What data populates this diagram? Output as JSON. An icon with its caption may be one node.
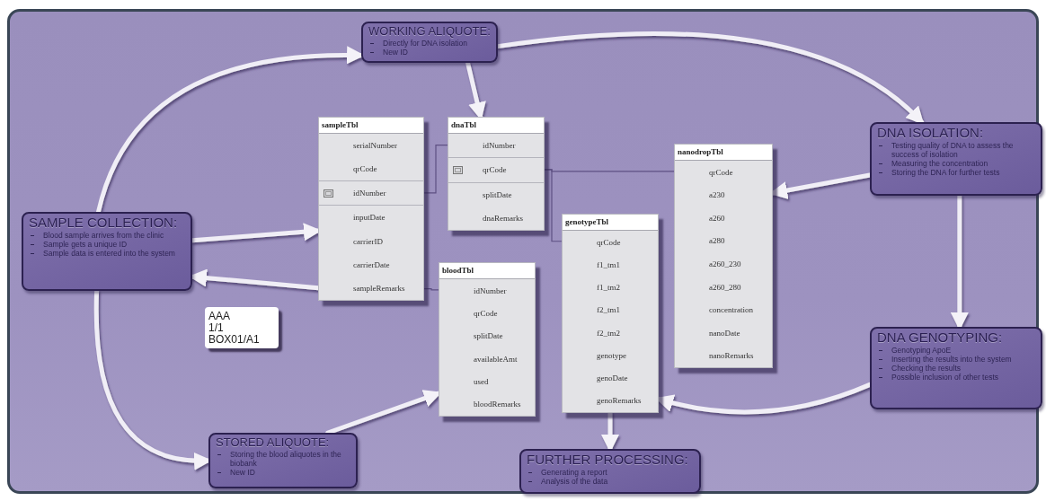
{
  "diagram": {
    "nodes": [
      {
        "text": [
          "WORKING ALIQUOTE:",
          "Directly for DNA isolation",
          "New ID"
        ]
      },
      {
        "text": [
          "sampleTbl",
          "serialNumber",
          "qrCode",
          "idNumber",
          "inputDate",
          "carrierID",
          "carrierDate",
          "sampleRemarks"
        ]
      },
      {
        "text": [
          "dnaTbl",
          "idNumber",
          "qrCode",
          "splitDate",
          "dnaRemarks"
        ]
      },
      {
        "text": [
          "DNA ISOLATION:",
          "Testing quality of DNA to assess the success of isolation",
          "Measuring the concentration",
          "Storing the DNA for further tests"
        ]
      },
      {
        "text": [
          "nanodropTbl",
          "qrCode",
          "a230",
          "a260",
          "a280",
          "a260_230",
          "a260_280",
          "concentration",
          "nanoDate",
          "nanoRemarks"
        ]
      },
      {
        "text": [
          "SAMPLE COLLECTION:",
          "Blood sample arrives from the clinic",
          "Sample gets a unique ID",
          "Sample data is entered into the system"
        ]
      },
      {
        "text": [
          "genotypeTbl",
          "qrCode",
          "f1_tm1",
          "f1_tm2",
          "f2_tm1",
          "f2_tm2",
          "genotype",
          "genoDate",
          "genoRemarks"
        ]
      },
      {
        "text": [
          "bloodTbl",
          "idNumber",
          "qrCode",
          "splitDate",
          "availableAmt",
          "used",
          "bloodRemarks"
        ]
      },
      {
        "text": [
          "AAA",
          "1/1",
          "BOX01/A1"
        ]
      },
      {
        "text": [
          "DNA GENOTYPING:",
          "Genotyping ApoE",
          "Inserting the results into the system",
          "Checking the results",
          "Possible inclusion of other tests"
        ]
      },
      {
        "text": [
          "STORED ALIQUOTE:",
          "Storing the blood aliquotes in the biobank",
          "New ID"
        ]
      },
      {
        "text": [
          "FURTHER PROCESSING:",
          "Generating a report",
          "Analysis of the data"
        ]
      }
    ],
    "edges": [
      {
        "from": 5,
        "to": 0,
        "arrow": "to"
      },
      {
        "from": 0,
        "to": 2,
        "arrow": "to"
      },
      {
        "from": 0,
        "to": 3,
        "arrow": "to"
      },
      {
        "from": 3,
        "to": 4,
        "arrow": "to"
      },
      {
        "from": 3,
        "to": 9,
        "arrow": "to"
      },
      {
        "from": 9,
        "to": 6,
        "arrow": "to"
      },
      {
        "from": 6,
        "to": 11,
        "arrow": "to"
      },
      {
        "from": 5,
        "to": 1,
        "arrow": "to"
      },
      {
        "from": 1,
        "to": 5,
        "arrow": "to"
      },
      {
        "from": 5,
        "to": 10,
        "arrow": "to"
      },
      {
        "from": 10,
        "to": 7,
        "arrow": "to"
      },
      {
        "from": 1,
        "to": 2,
        "arrow": "none",
        "color": "#5e5083"
      },
      {
        "from": 1,
        "to": 7,
        "arrow": "none",
        "color": "#5e5083"
      },
      {
        "from": 2,
        "to": 4,
        "arrow": "none",
        "color": "#5e5083"
      },
      {
        "from": 2,
        "to": 6,
        "arrow": "none",
        "color": "#5e5083"
      }
    ]
  }
}
